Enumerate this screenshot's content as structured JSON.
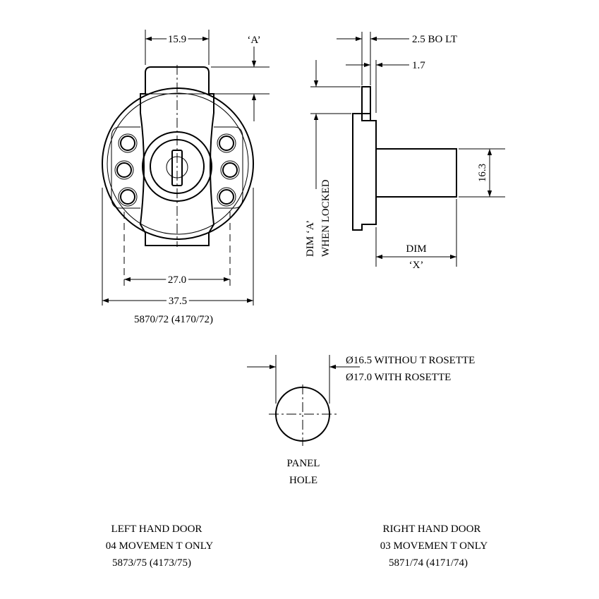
{
  "front_view": {
    "dim_top_width": "15.9",
    "dim_a_label": "‘A’",
    "dim_inner_width": "27.0",
    "dim_outer_width": "37.5",
    "part_number": "5870/72 (4170/72)"
  },
  "side_view": {
    "dim_bolt": "2.5 BO LT",
    "dim_plate": "1.7",
    "dim_cylinder": "16.3",
    "dim_a_line1": "DIM ‘A’",
    "dim_a_line2": "WHEN LOCKED",
    "dim_x_line1": "DIM",
    "dim_x_line2": "‘X’"
  },
  "panel_hole": {
    "dim_without_rosette": "Ø16.5 WITHOU T ROSETTE",
    "dim_with_rosette": "Ø17.0 WITH ROSETTE",
    "label_line1": "PANEL",
    "label_line2": "HOLE"
  },
  "left_hand": {
    "line1": "LEFT HAND DOOR",
    "line2": "04 MOVEMEN T ONLY",
    "line3": "5873/75 (4173/75)"
  },
  "right_hand": {
    "line1": "RIGHT HAND DOOR",
    "line2": "03 MOVEMEN T ONLY",
    "line3": "5871/74 (4171/74)"
  }
}
